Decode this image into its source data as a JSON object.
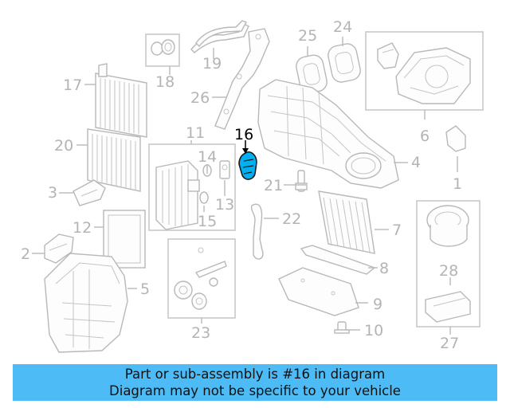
{
  "diagram": {
    "highlight_color": "#00b0f0",
    "labels": {
      "p1": "1",
      "p2": "2",
      "p3": "3",
      "p4": "4",
      "p5": "5",
      "p6": "6",
      "p7": "7",
      "p8": "8",
      "p9": "9",
      "p10": "10",
      "p11": "11",
      "p12": "12",
      "p13": "13",
      "p14": "14",
      "p15": "15",
      "p16": "16",
      "p17": "17",
      "p18": "18",
      "p19": "19",
      "p20": "20",
      "p21": "21",
      "p22": "22",
      "p23": "23",
      "p24": "24",
      "p25": "25",
      "p26": "26",
      "p27": "27",
      "p28": "28"
    }
  },
  "banner": {
    "line1": "Part or sub-assembly is #16 in diagram",
    "line2": "Diagram may not be specific to your vehicle",
    "bg_color": "#4dbbf5"
  }
}
